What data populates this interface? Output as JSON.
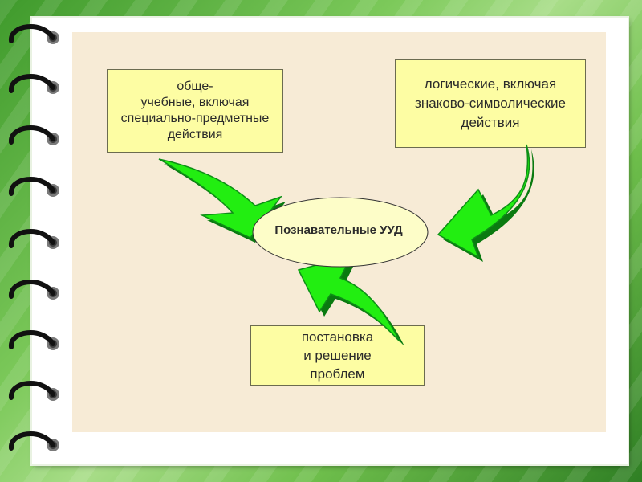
{
  "diagram": {
    "center": "Познавательные УУД",
    "boxes": {
      "left": "обще-\nучебные, включая\nспециально-предметные\nдействия",
      "right": "логические, включая\nзнаково-символические\nдействия",
      "bottom": "постановка\nи решение\nпроблем"
    }
  },
  "colors": {
    "background": "#6fbf4c",
    "panel": "#f7ebd6",
    "box_fill": "#fdfda3",
    "ellipse_fill": "#fdfdc8",
    "arrow_fill": "#22ee11",
    "arrow_shadow": "#0a7a10"
  },
  "decorations": {
    "ring_icon": "notebook-ring-icon",
    "ring_count": 9
  }
}
